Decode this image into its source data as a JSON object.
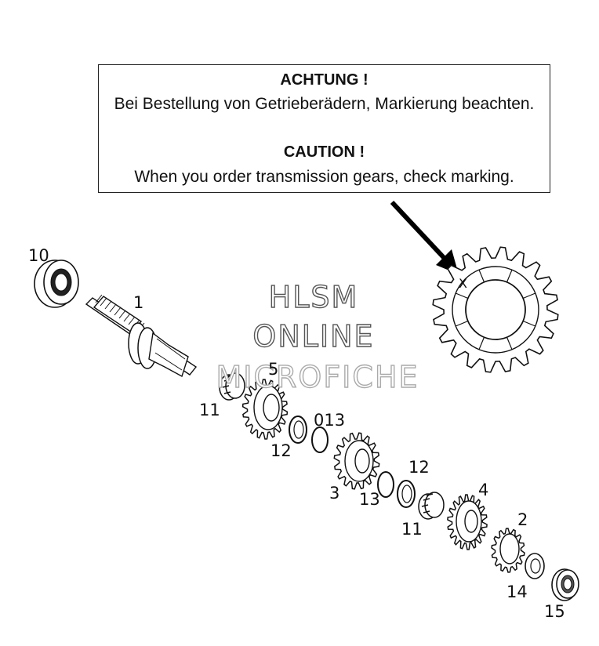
{
  "notice": {
    "de_heading": "ACHTUNG !",
    "de_text": "Bei Bestellung von Getrieberädern, Markierung beachten.",
    "en_heading": "CAUTION !",
    "en_text": "When you order transmission gears, check marking."
  },
  "watermark": {
    "line1": "HLSM",
    "line2": "ONLINE",
    "line3": "MICROFICHE"
  },
  "callouts": {
    "bearing_left": "10",
    "main_shaft": "1",
    "needle_bearing_upper": "11",
    "gear_5": "5",
    "washer_upper": "12",
    "circlip_upper": "013",
    "gear_3": "3",
    "circlip_lower": "13",
    "washer_lower": "12",
    "needle_bearing_lower": "11",
    "gear_4": "4",
    "gear_2": "2",
    "thrust_washer": "14",
    "bearing_right": "15"
  },
  "marking_symbol": "X"
}
